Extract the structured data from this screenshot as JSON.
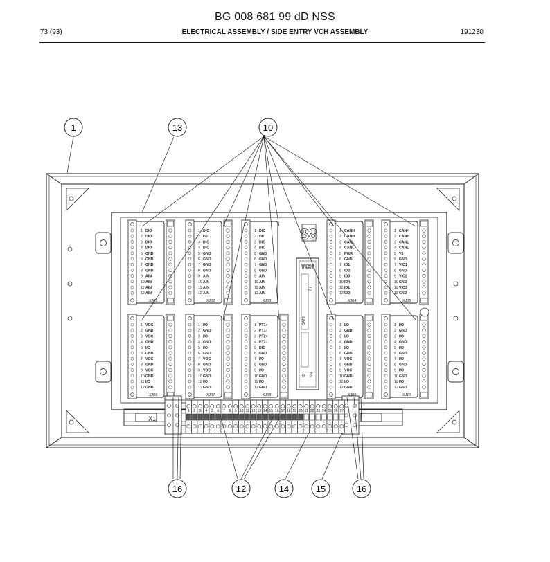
{
  "document": {
    "title": "BG 008 681 99 dD NSS",
    "page": "73 (93)",
    "section": "ELECTRICAL ASSEMBLY / SIDE ENTRY VCH ASSEMBLY",
    "code": "191230"
  },
  "callouts": [
    "1",
    "13",
    "10",
    "16",
    "12",
    "14",
    "15",
    "16"
  ],
  "device": {
    "label": "VCH",
    "date_label": "DATE",
    "date_value": "/ /",
    "id_label": "ID",
    "sn_label": "SN"
  },
  "modules_top": [
    {
      "label": "XJ01",
      "pins": [
        "DIO",
        "DIO",
        "DIO",
        "DIO",
        "GND",
        "GND",
        "GND",
        "GND",
        "AIN",
        "AIN",
        "AIN",
        "AIN"
      ]
    },
    {
      "label": "XJ02",
      "pins": [
        "DIO",
        "DIO",
        "DIO",
        "DIO",
        "GND",
        "GND",
        "GND",
        "GND",
        "AIN",
        "AIN",
        "AIN",
        "AIN"
      ]
    },
    {
      "label": "XJ03",
      "pins": [
        "DIO",
        "DIO",
        "DIO",
        "DIO",
        "GND",
        "GND",
        "GND",
        "GND",
        "AIN",
        "AIN",
        "AIN",
        "AIN"
      ]
    },
    {
      "label": "XJ04",
      "pins": [
        "CANH",
        "CANH",
        "CANL",
        "CANL",
        "PWR",
        "GND",
        "ID1",
        "ID2",
        "ID3",
        "ID4",
        "ID1",
        "ID2"
      ]
    },
    {
      "label": "XJ05",
      "pins": [
        "CANH",
        "CANH",
        "CANL",
        "CANL",
        "V5",
        "GND",
        "VIO1",
        "GND",
        "VIO2",
        "GND",
        "VIO3",
        "GND"
      ]
    }
  ],
  "modules_bottom": [
    {
      "label": "XJ06",
      "pins": [
        "VOC",
        "GND",
        "VOC",
        "GND",
        "I/O",
        "GND",
        "VOC",
        "GND",
        "VOC",
        "GND",
        "I/O",
        "GND"
      ]
    },
    {
      "label": "XJ07",
      "pins": [
        "I/O",
        "GND",
        "I/O",
        "GND",
        "I/O",
        "GND",
        "VOC",
        "GND",
        "VOC",
        "GND",
        "I/O",
        "GND"
      ]
    },
    {
      "label": "XJ08",
      "pins": [
        "PT1+",
        "PT1-",
        "PT2+",
        "PT2-",
        "DIC",
        "GND",
        "I/O",
        "GND",
        "I/O",
        "GND",
        "I/O",
        "GND"
      ]
    },
    {
      "label": "XJ09",
      "pins": [
        "I/O",
        "GND",
        "I/O",
        "GND",
        "I/O",
        "GND",
        "VOC",
        "GND",
        "VOC",
        "GND",
        "I/O",
        "GND"
      ]
    },
    {
      "label": "XJ10",
      "pins": [
        "I/O",
        "GND",
        "I/O",
        "GND",
        "I/O",
        "GND",
        "I/O",
        "GND",
        "I/O",
        "GND",
        "I/O",
        "GND"
      ]
    }
  ],
  "terminal_strip": {
    "end_label": "X1",
    "numbers": [
      "1",
      "2",
      "3",
      "4",
      "5",
      "6",
      "7",
      "8",
      "9",
      "10",
      "11",
      "12",
      "13",
      "14",
      "15",
      "16",
      "17",
      "18",
      "19",
      "20",
      "21",
      "22",
      "23",
      "24",
      "25",
      "26",
      "27"
    ]
  }
}
